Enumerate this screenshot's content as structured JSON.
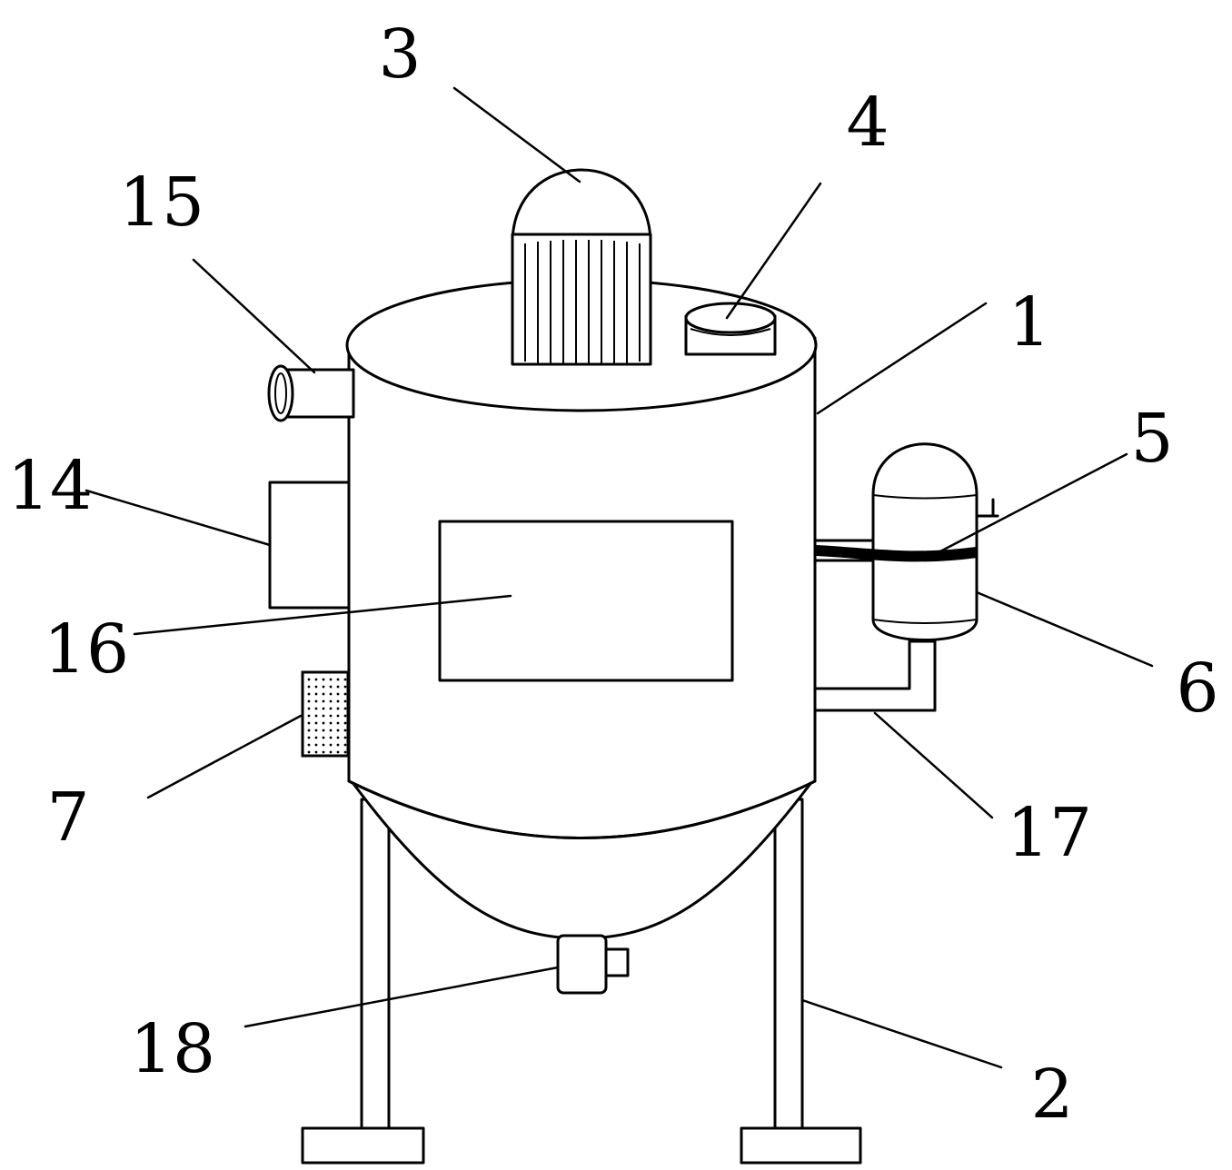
{
  "callouts": {
    "c1": "1",
    "c2": "2",
    "c3": "3",
    "c4": "4",
    "c5": "5",
    "c6": "6",
    "c7": "7",
    "c14": "14",
    "c15": "15",
    "c16": "16",
    "c17": "17",
    "c18": "18"
  },
  "colors": {
    "line": "#000000",
    "background": "#ffffff"
  }
}
